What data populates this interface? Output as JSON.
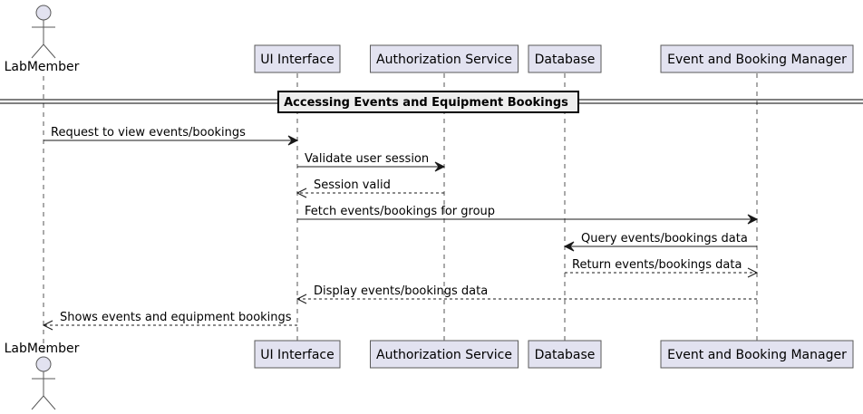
{
  "diagram": {
    "type": "sequence",
    "participants": [
      {
        "id": "lab",
        "label": "LabMember",
        "kind": "actor"
      },
      {
        "id": "ui",
        "label": "UI Interface",
        "kind": "participant"
      },
      {
        "id": "auth",
        "label": "Authorization Service",
        "kind": "participant"
      },
      {
        "id": "db",
        "label": "Database",
        "kind": "participant"
      },
      {
        "id": "ebm",
        "label": "Event and Booking Manager",
        "kind": "participant"
      }
    ],
    "divider": {
      "label": "Accessing Events and Equipment Bookings"
    },
    "messages": [
      {
        "from": "lab",
        "to": "ui",
        "label": "Request to view events/bookings",
        "style": "solid"
      },
      {
        "from": "ui",
        "to": "auth",
        "label": "Validate user session",
        "style": "solid"
      },
      {
        "from": "auth",
        "to": "ui",
        "label": "Session valid",
        "style": "dashed"
      },
      {
        "from": "ui",
        "to": "ebm",
        "label": "Fetch events/bookings for group",
        "style": "solid"
      },
      {
        "from": "ebm",
        "to": "db",
        "label": "Query events/bookings data",
        "style": "solid"
      },
      {
        "from": "db",
        "to": "ebm",
        "label": "Return events/bookings data",
        "style": "dashed"
      },
      {
        "from": "ebm",
        "to": "ui",
        "label": "Display events/bookings data",
        "style": "dashed"
      },
      {
        "from": "ui",
        "to": "lab",
        "label": "Shows events and equipment bookings",
        "style": "dashed"
      }
    ]
  }
}
